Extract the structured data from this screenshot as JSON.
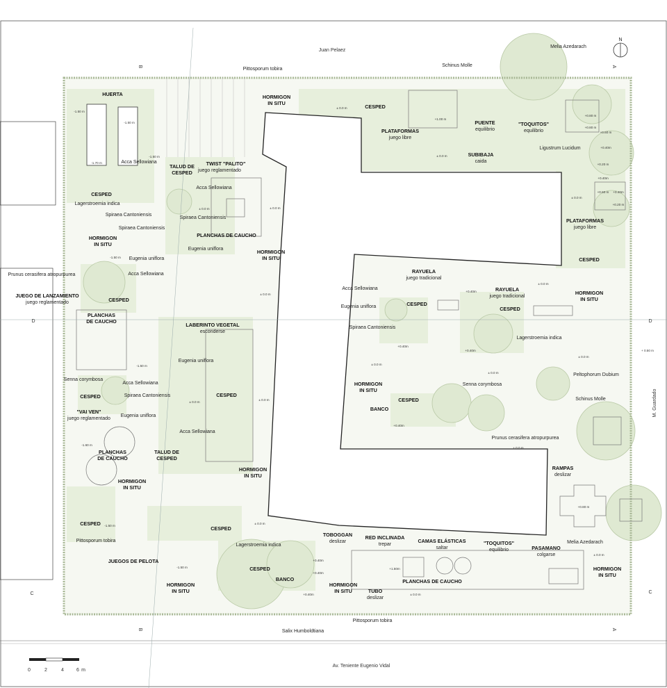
{
  "streets": {
    "north": "Juan Pelaez",
    "south": "Av. Teniente Eugenio Vidal",
    "east": "M. Guardado"
  },
  "compass": {
    "label": "N"
  },
  "axes": [
    "A",
    "A",
    "B",
    "B",
    "C",
    "C",
    "D",
    "D"
  ],
  "scale": {
    "ticks": [
      "0",
      "2",
      "4",
      "6",
      "m"
    ]
  },
  "labels": {
    "huerta": "HUERTA",
    "cesped": "CESPED",
    "hormigon": "HORMIGON",
    "in_situ": "IN SITU",
    "planchas": "PLANCHAS",
    "de_caucho": "DE CAUCHO",
    "planchas_de_caucho": "PLANCHAS DE CAUCHO",
    "talud_de": "TALUD DE",
    "twist_palito": "TWIST \"PALITO\"",
    "juego_reglamentado": "juego reglamentado",
    "juego_de_lanzamiento": "JUEGO DE LANZAMIENTO",
    "laberinto_vegetal": "LABERINTO VEGETAL",
    "esconderse": "esconderse",
    "vai_ven": "\"VAI VEN\"",
    "juegos_de_pelota": "JUEGOS DE PELOTA",
    "banco": "BANCO",
    "plataformas": "PLATAFORMAS",
    "juego_libre": "juego libre",
    "puente": "PUENTE",
    "equilibrio": "equilibrio",
    "toquitos": "\"TOQUITOS\"",
    "subibaja": "SUBIBAJA",
    "caida": "caida",
    "rayuela": "RAYUELA",
    "juego_tradicional": "juego tradicional",
    "rampas": "RAMPAS",
    "deslizar": "deslizar",
    "toboggan": "TOBOGGAN",
    "red_inclinada": "RED INCLINADA",
    "trepar": "trepar",
    "camas_elasticas": "CAMAS ELÁSTICAS",
    "saltar": "saltar",
    "pasamano": "PASAMANO",
    "colgarse": "colgarse",
    "tubo": "TUBO"
  },
  "species": {
    "pittosporum": "Pittosporum tobira",
    "schinus": "Schinus Molle",
    "melia": "Melia Azedarach",
    "acca": "Acca Sellowiana",
    "lagerstroemia": "Lagerstroemia indica",
    "spiraea": "Spiraea Cantoniensis",
    "eugenia": "Eugenia uniflora",
    "prunus": "Prunus cerasifera atropurpurea",
    "senna": "Senna corymbosa",
    "ligustrum": "Ligustrum Lucidum",
    "peltophorum": "Peltophorum Dubium",
    "salix": "Salix Humboldtiana"
  },
  "levels": {
    "m150": "-1.50 m",
    "m160": "-1.60 m",
    "m170": "-1.70 m",
    "zero": "± 0.0 m",
    "p040": "+0.40m",
    "p050": "+ 0.50 m",
    "p060": "+0.60 m",
    "p080": "+0.80 m",
    "p100": "+1.00 m",
    "p120": "+0.20 m",
    "p150": "+1.50m"
  }
}
